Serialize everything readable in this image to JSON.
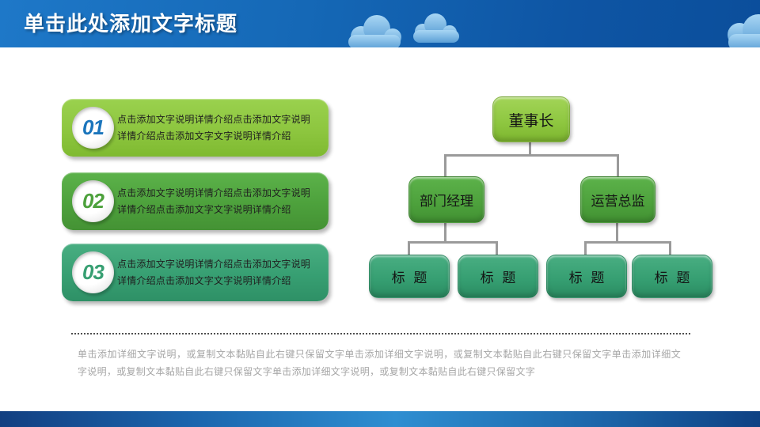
{
  "slide": {
    "title": "单击此处添加文字标题",
    "note": "单击添加详细文字说明，或复制文本黏贴自此右键只保留文字单击添加详细文字说明，或复制文本黏贴自此右键只保留文字单击添加详细文字说明，或复制文本黏贴自此右键只保留文字单击添加详细文字说明，或复制文本黏贴自此右键只保留文字"
  },
  "list_items": [
    {
      "number": "01",
      "text": "点击添加文字说明详情介绍点击添加文字说明详情介绍点击添加文字文字说明详情介绍"
    },
    {
      "number": "02",
      "text": "点击添加文字说明详情介绍点击添加文字说明详情介绍点击添加文字文字说明详情介绍"
    },
    {
      "number": "03",
      "text": "点击添加文字说明详情介绍点击添加文字说明详情介绍点击添加文字文字说明详情介绍"
    }
  ],
  "org_chart": {
    "root_label": "董事长",
    "managers": [
      {
        "label": "部门经理"
      },
      {
        "label": "运营总监"
      }
    ],
    "leaves": [
      {
        "label": "标 题"
      },
      {
        "label": "标 题"
      },
      {
        "label": "标 题"
      },
      {
        "label": "标 题"
      }
    ]
  },
  "colors": {
    "header_blue": "#1568b6",
    "footer_blue": "#2e8ed1",
    "item1_green": "#8dc63f",
    "item2_green": "#4da13c",
    "item3_green": "#379f72",
    "number1_blue": "#1b75bc",
    "number2_green": "#4da13c",
    "number3_green": "#379f72",
    "node_root_green": "#8dc63f",
    "node_manager_green": "#4da13c",
    "node_leaf_green": "#359e71",
    "connector_gray": "#9a9a9a",
    "note_gray": "#a6a6a6",
    "dotted_line_gray": "#4f4f4f"
  }
}
